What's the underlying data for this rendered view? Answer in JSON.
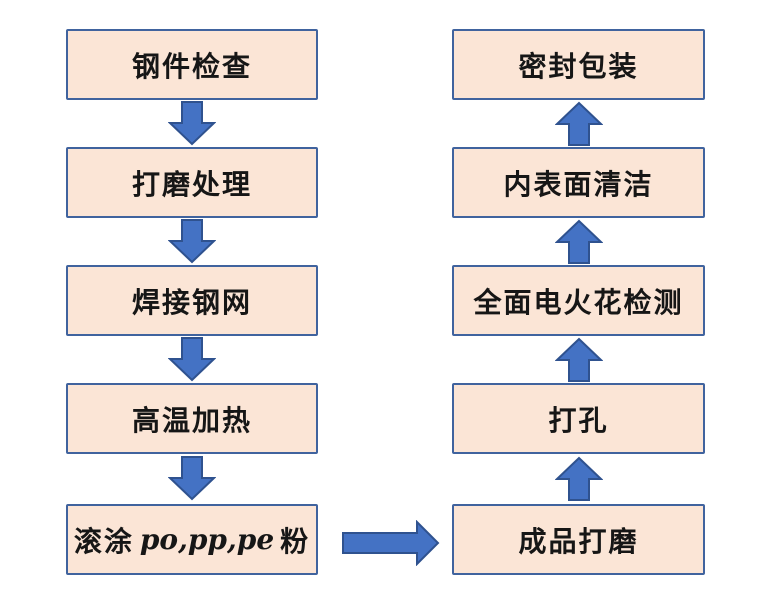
{
  "colors": {
    "box_fill": "#FBE5D6",
    "box_border": "#40639E",
    "arrow_fill": "#4472C4",
    "arrow_border": "#2F528F",
    "text": "#161616",
    "background": "#FFFFFF"
  },
  "flowchart": {
    "left_column": [
      {
        "label": "钢件检查"
      },
      {
        "label": "打磨处理"
      },
      {
        "label": "焊接钢网"
      },
      {
        "label": "高温加热"
      },
      {
        "label_prefix": "滚涂",
        "label_latin": "po,pp,pe",
        "label_suffix": "粉"
      }
    ],
    "right_column": [
      {
        "label": "密封包装"
      },
      {
        "label": "内表面清洁"
      },
      {
        "label": "全面电火花检测"
      },
      {
        "label": "打孔"
      },
      {
        "label": "成品打磨"
      }
    ],
    "arrows": {
      "left_column_direction": "down",
      "right_column_direction": "up",
      "cross_link": "left-bottom to right-bottom"
    }
  }
}
